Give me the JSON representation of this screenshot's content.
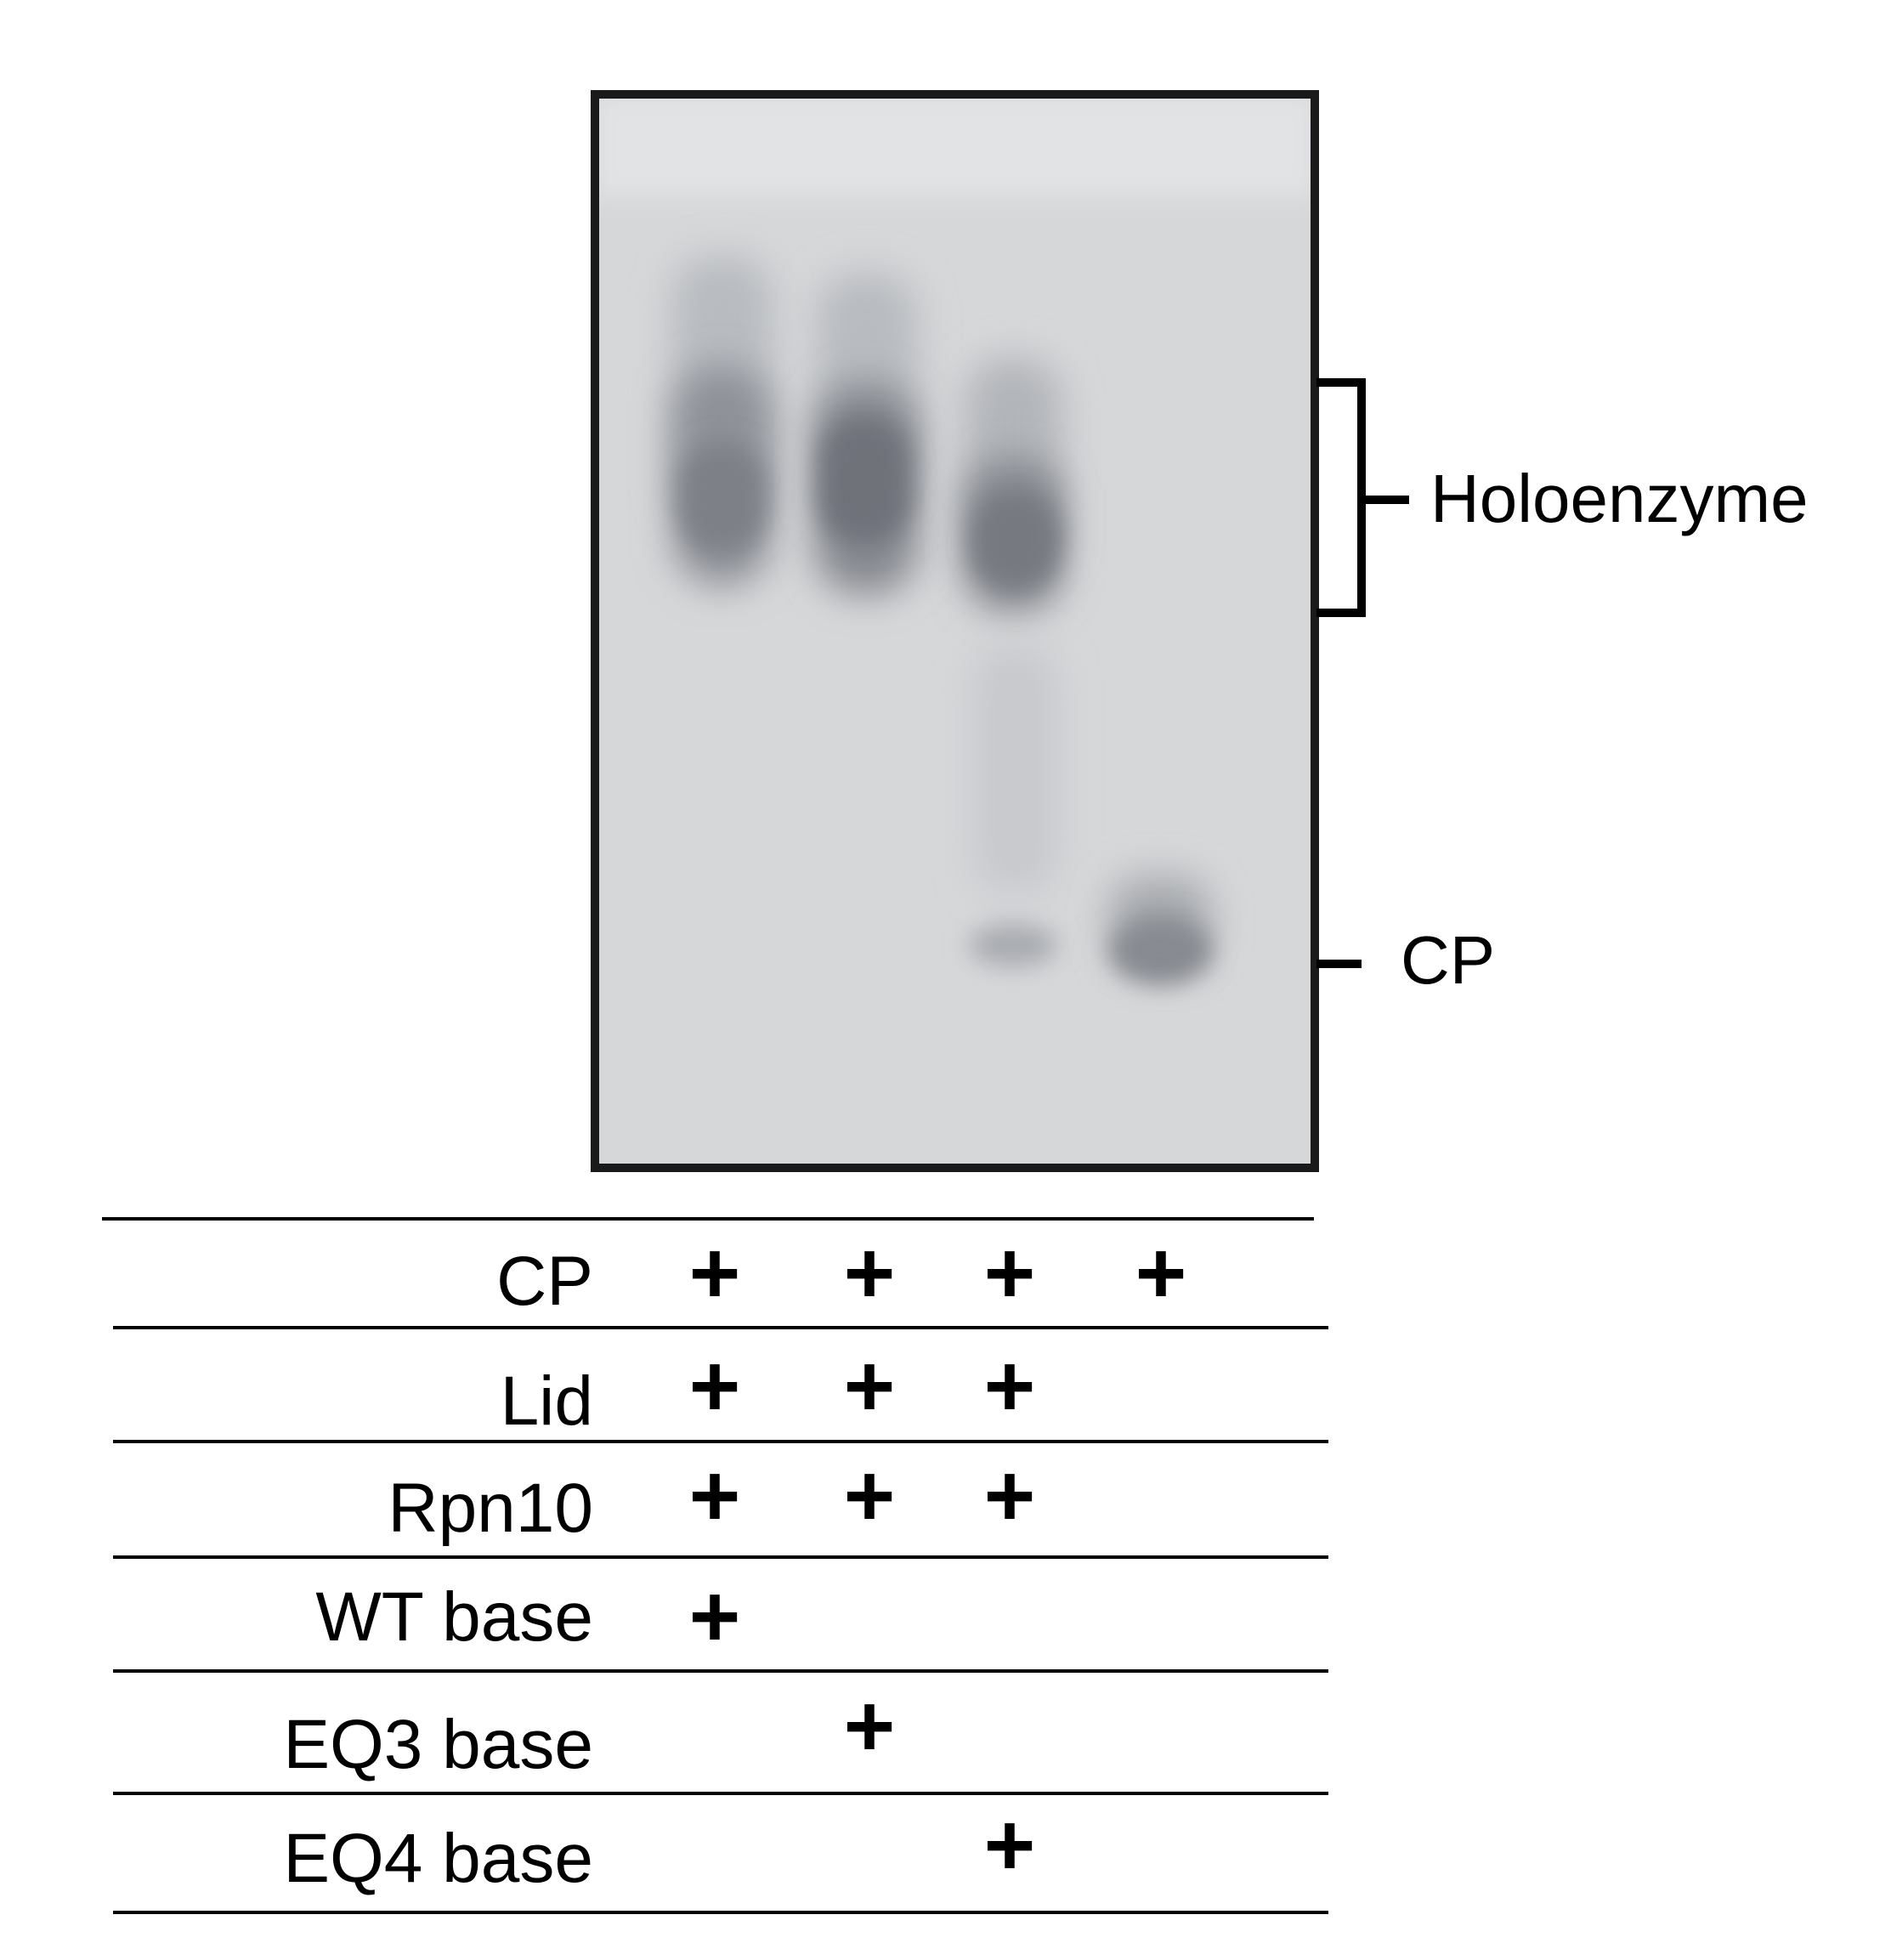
{
  "gel": {
    "background_color": "#d6d7d9",
    "border_color": "#1a1a1a",
    "band_color": "#5c5f66",
    "lanes": [
      {
        "lane": 1,
        "bands": [
          "Holoenzyme"
        ]
      },
      {
        "lane": 2,
        "bands": [
          "Holoenzyme"
        ]
      },
      {
        "lane": 3,
        "bands": [
          "Holoenzyme",
          "CP"
        ]
      },
      {
        "lane": 4,
        "bands": [
          "CP"
        ]
      }
    ]
  },
  "markers": [
    {
      "id": "holoenzyme",
      "label": "Holoenzyme",
      "type": "bracket"
    },
    {
      "id": "cp",
      "label": "CP",
      "type": "tick"
    }
  ],
  "table": {
    "mark": "+",
    "rows": [
      {
        "label": "CP",
        "lanes": [
          true,
          true,
          true,
          true
        ]
      },
      {
        "label": "Lid",
        "lanes": [
          true,
          true,
          true,
          false
        ]
      },
      {
        "label": "Rpn10",
        "lanes": [
          true,
          true,
          true,
          false
        ]
      },
      {
        "label": "WT base",
        "lanes": [
          true,
          false,
          false,
          false
        ]
      },
      {
        "label": "EQ3 base",
        "lanes": [
          false,
          true,
          false,
          false
        ]
      },
      {
        "label": "EQ4 base",
        "lanes": [
          false,
          false,
          true,
          false
        ]
      }
    ]
  }
}
